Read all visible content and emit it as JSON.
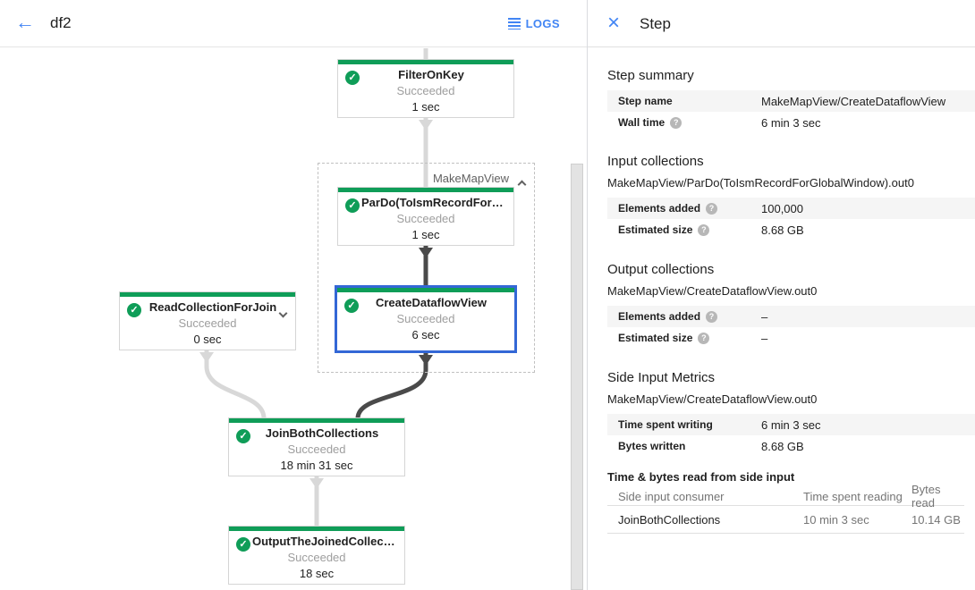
{
  "topbar": {
    "title": "df2",
    "logs_label": "LOGS"
  },
  "colors": {
    "green": "#0f9d58",
    "blue": "#4285f4",
    "selection_blue": "#3367d6"
  },
  "graph": {
    "group_label": "MakeMapView",
    "nodes": [
      {
        "title": "FilterOnKey",
        "status": "Succeeded",
        "time": "1 sec"
      },
      {
        "title": "ParDo(ToIsmRecordFor…",
        "status": "Succeeded",
        "time": "1 sec"
      },
      {
        "title": "ReadCollectionForJoin",
        "status": "Succeeded",
        "time": "0 sec"
      },
      {
        "title": "CreateDataflowView",
        "status": "Succeeded",
        "time": "6 sec"
      },
      {
        "title": "JoinBothCollections",
        "status": "Succeeded",
        "time": "18 min 31 sec"
      },
      {
        "title": "OutputTheJoinedCollec…",
        "status": "Succeeded",
        "time": "18 sec"
      }
    ]
  },
  "panel": {
    "title": "Step",
    "step_summary": {
      "heading": "Step summary",
      "rows": [
        {
          "label": "Step name",
          "value": "MakeMapView/CreateDataflowView"
        },
        {
          "label": "Wall time",
          "value": "6 min 3 sec"
        }
      ]
    },
    "input_collections": {
      "heading": "Input collections",
      "collection": "MakeMapView/ParDo(ToIsmRecordForGlobalWindow).out0",
      "rows": [
        {
          "label": "Elements added",
          "value": "100,000"
        },
        {
          "label": "Estimated size",
          "value": "8.68 GB"
        }
      ]
    },
    "output_collections": {
      "heading": "Output collections",
      "collection": "MakeMapView/CreateDataflowView.out0",
      "rows": [
        {
          "label": "Elements added",
          "value": "–"
        },
        {
          "label": "Estimated size",
          "value": "–"
        }
      ]
    },
    "side_input_metrics": {
      "heading": "Side Input Metrics",
      "collection": "MakeMapView/CreateDataflowView.out0",
      "rows": [
        {
          "label": "Time spent writing",
          "value": "6 min 3 sec"
        },
        {
          "label": "Bytes written",
          "value": "8.68 GB"
        }
      ]
    },
    "side_input_table": {
      "heading": "Time & bytes read from side input",
      "columns": [
        "Side input consumer",
        "Time spent reading",
        "Bytes read"
      ],
      "rows": [
        {
          "consumer": "JoinBothCollections",
          "time": "10 min 3 sec",
          "bytes": "10.14 GB"
        }
      ]
    }
  },
  "icons": {
    "check": "✓",
    "back_arrow": "←",
    "close": "×",
    "help": "?"
  }
}
